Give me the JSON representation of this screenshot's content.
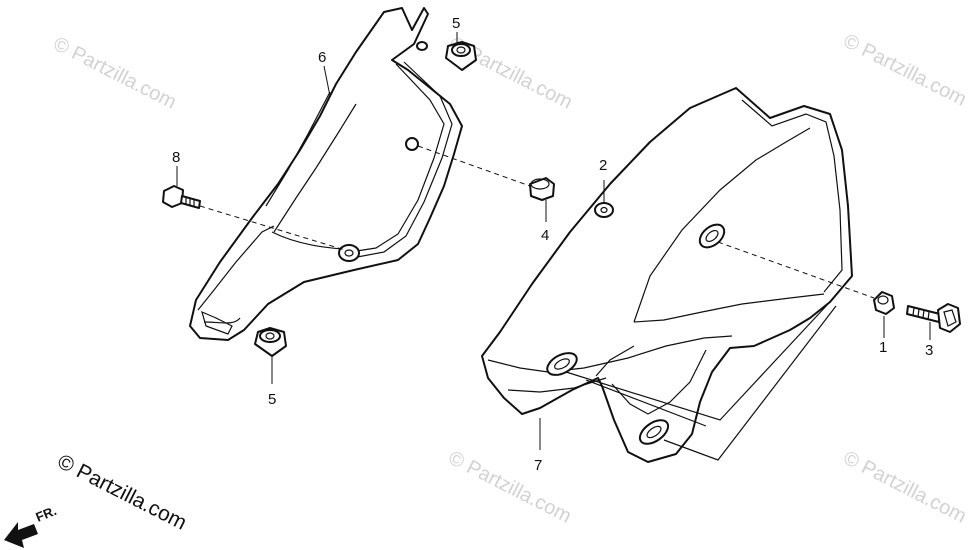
{
  "watermarks": {
    "text": "© Partzilla.com",
    "copyright": "© Partzilla.com"
  },
  "callouts": {
    "p1": "1",
    "p2": "2",
    "p3": "3",
    "p4": "4",
    "p5_top": "5",
    "p5_bottom": "5",
    "p6": "6",
    "p7": "7",
    "p8": "8"
  },
  "direction": {
    "label": "FR."
  },
  "colors": {
    "line": "#111111",
    "watermark": "#d2d2d2",
    "background": "#ffffff"
  }
}
